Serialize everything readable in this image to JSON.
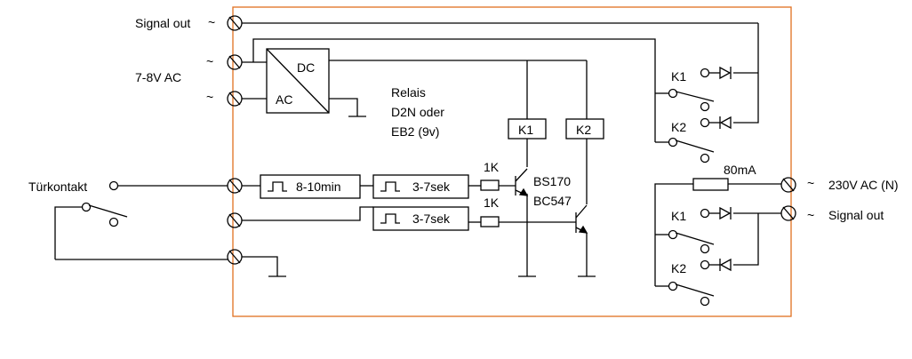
{
  "labels": {
    "signal_out_left": "Signal out",
    "ac_input": "7-8V AC",
    "tilde": "~",
    "dc": "DC",
    "ac": "AC",
    "relais_1": "Relais",
    "relais_2": "D2N oder",
    "relais_3": "EB2 (9v)",
    "door_contact": "Türkontakt",
    "timer_main": "8-10min",
    "timer_a": "3-7sek",
    "timer_b": "3-7sek",
    "resistor_a": "1K",
    "resistor_b": "1K",
    "transistor_1": "BS170",
    "transistor_2": "BC547",
    "relay_coil_1": "K1",
    "relay_coil_2": "K2",
    "contact_k1_top": "K1",
    "contact_k2_top": "K2",
    "fuse": "80mA",
    "mains": "230V AC (N)",
    "signal_out_right": "Signal out",
    "contact_k1_bottom": "K1",
    "contact_k2_bottom": "K2"
  },
  "colors": {
    "enclosure": "#e07020",
    "wire": "#000000"
  }
}
